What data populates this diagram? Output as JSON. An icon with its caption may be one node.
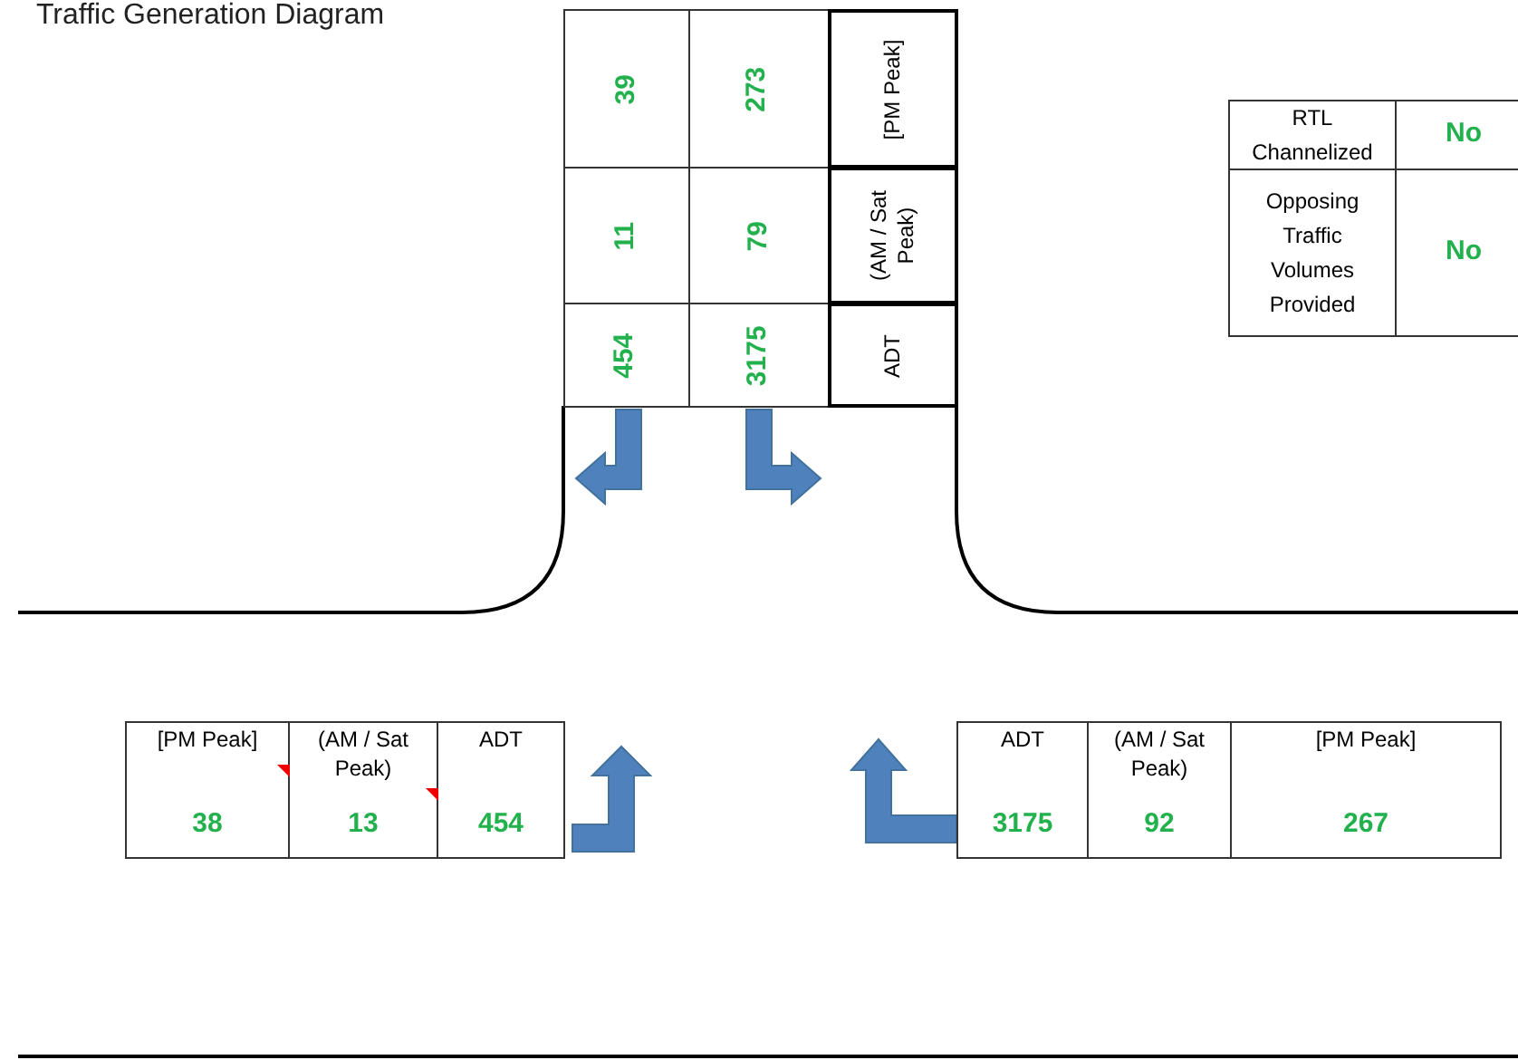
{
  "diagram": {
    "title": "Traffic Generation Diagram",
    "labels": [
      "39",
      "273",
      "[PM Peak]",
      "11",
      "79",
      "(AM / Sat Peak)",
      "454",
      "3175",
      "ADT",
      "RTL Channelized",
      "No",
      "Opposing Traffic Volumes Provided",
      "No",
      "[PM Peak]",
      "(AM / Sat Peak)",
      "ADT",
      "38",
      "13",
      "454",
      "ADT",
      "(AM / Sat Peak)",
      "[PM Peak]",
      "3175",
      "92",
      "267"
    ]
  }
}
